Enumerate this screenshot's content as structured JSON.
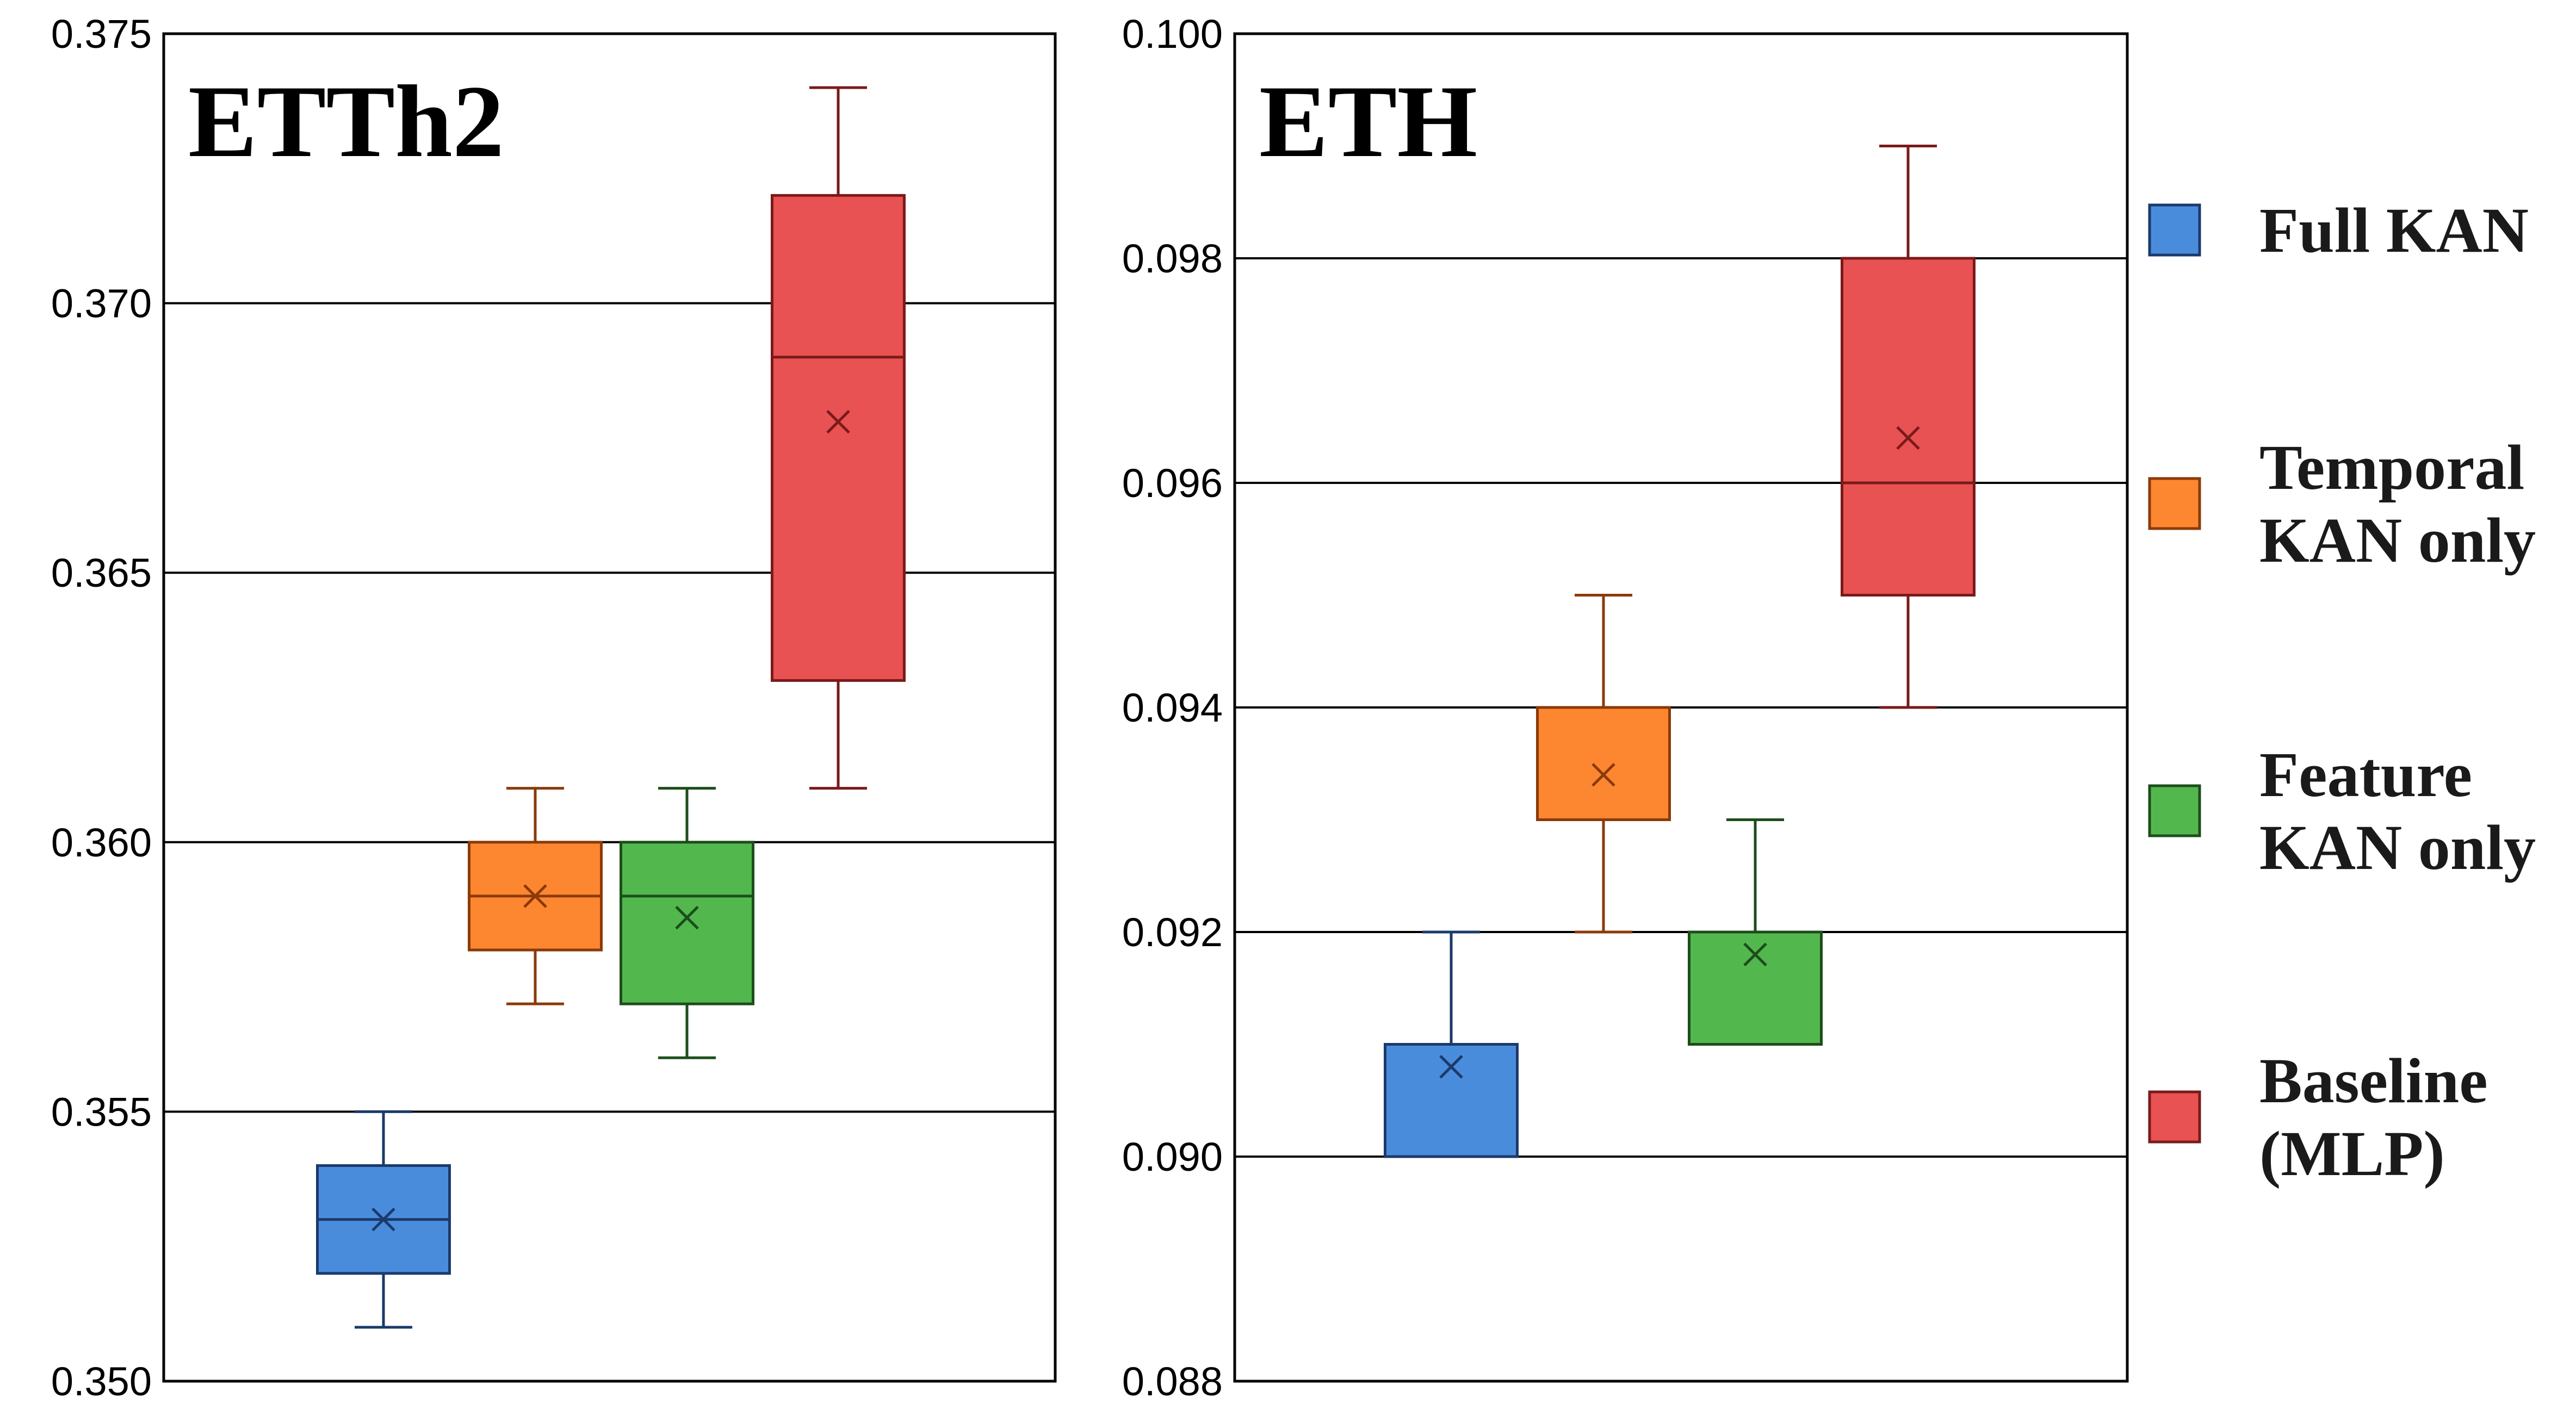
{
  "chart_data": [
    {
      "type": "box",
      "title": "ETTh2",
      "ylim": [
        0.35,
        0.375
      ],
      "yticks": [
        "0.375",
        "0.370",
        "0.365",
        "0.360",
        "0.355",
        "0.350"
      ],
      "ytick_values": [
        0.375,
        0.37,
        0.365,
        0.36,
        0.355,
        0.35
      ],
      "grid": "horizontal",
      "series": [
        {
          "name": "Full KAN",
          "min": 0.351,
          "q1": 0.352,
          "median": 0.353,
          "q3": 0.354,
          "max": 0.355,
          "mean": 0.353
        },
        {
          "name": "Temporal KAN only",
          "min": 0.357,
          "q1": 0.358,
          "median": 0.359,
          "q3": 0.36,
          "max": 0.361,
          "mean": 0.359
        },
        {
          "name": "Feature KAN only",
          "min": 0.356,
          "q1": 0.357,
          "median": 0.359,
          "q3": 0.36,
          "max": 0.361,
          "mean": 0.3586
        },
        {
          "name": "Baseline (MLP)",
          "min": 0.361,
          "q1": 0.363,
          "median": 0.369,
          "q3": 0.372,
          "max": 0.374,
          "mean": 0.3678
        }
      ]
    },
    {
      "type": "box",
      "title": "ETH",
      "ylim": [
        0.088,
        0.1
      ],
      "yticks": [
        "0.100",
        "0.098",
        "0.096",
        "0.094",
        "0.092",
        "0.090",
        "0.088"
      ],
      "ytick_values": [
        0.1,
        0.098,
        0.096,
        0.094,
        0.092,
        0.09,
        0.088
      ],
      "grid": "horizontal",
      "series": [
        {
          "name": "Full KAN",
          "min": 0.09,
          "q1": 0.09,
          "median": 0.09,
          "q3": 0.091,
          "max": 0.092,
          "mean": 0.0908
        },
        {
          "name": "Temporal KAN only",
          "min": 0.092,
          "q1": 0.093,
          "median": 0.093,
          "q3": 0.094,
          "max": 0.095,
          "mean": 0.0934
        },
        {
          "name": "Feature KAN only",
          "min": 0.091,
          "q1": 0.091,
          "median": 0.091,
          "q3": 0.092,
          "max": 0.093,
          "mean": 0.0918
        },
        {
          "name": "Baseline (MLP)",
          "min": 0.094,
          "q1": 0.095,
          "median": 0.096,
          "q3": 0.098,
          "max": 0.099,
          "mean": 0.0964
        }
      ]
    }
  ],
  "legend": {
    "placement": "right",
    "items": [
      {
        "lines": [
          "Full KAN"
        ],
        "color": "#4a8cdc",
        "edge": "#1b3a6b",
        "dark": "#1b3a6b"
      },
      {
        "lines": [
          "Temporal",
          "KAN only"
        ],
        "color": "#fd8630",
        "edge": "#8a3a0a",
        "dark": "#8a3a0a"
      },
      {
        "lines": [
          "Feature",
          "KAN only"
        ],
        "color": "#52b84e",
        "edge": "#1d4d1b",
        "dark": "#1d4d1b"
      },
      {
        "lines": [
          "Baseline",
          "(MLP)"
        ],
        "color": "#e85252",
        "edge": "#7a1a1a",
        "dark": "#7a1a1a"
      }
    ]
  }
}
